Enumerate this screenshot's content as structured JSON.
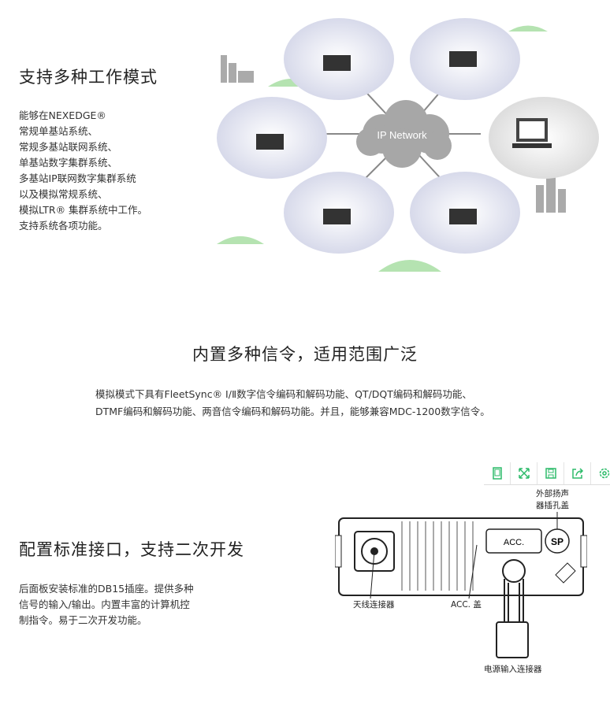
{
  "section1": {
    "title": "支持多种工作模式",
    "lines": [
      "能够在NEXEDGE®",
      "常规单基站系统、",
      "常规多基站联网系统、",
      "单基站数字集群系统、",
      "多基站IP联网数字集群系统",
      "以及模拟常规系统、",
      "模拟LTR® 集群系统中工作。",
      "支持系统各项功能。"
    ],
    "diagram": {
      "cloud_label": "IP Network"
    }
  },
  "section2": {
    "title": "内置多种信令，适用范围广泛",
    "lines": [
      "模拟模式下具有FleetSync® Ⅰ/Ⅱ数字信令编码和解码功能、QT/DQT编码和解码功能、",
      "DTMF编码和解码功能、两音信令编码和解码功能。并且，能够兼容MDC-1200数字信令。"
    ]
  },
  "toolbar": {
    "icons": [
      "tablet-icon",
      "expand-icon",
      "save-icon",
      "share-icon",
      "gear-icon"
    ],
    "color": "#2dbb6a"
  },
  "section3": {
    "title": "配置标准接口，支持二次开发",
    "lines": [
      "后面板安装标准的DB15插座。提供多种",
      "信号的输入/输出。内置丰富的计算机控",
      "制指令。易于二次开发功能。"
    ],
    "diagram": {
      "speaker_label_1": "外部扬声",
      "speaker_label_2": "器插孔盖",
      "sp": "SP",
      "acc": "ACC.",
      "antenna_label": "天线连接器",
      "acc_label": "ACC. 盖",
      "power_label": "电源输入连接器"
    }
  }
}
